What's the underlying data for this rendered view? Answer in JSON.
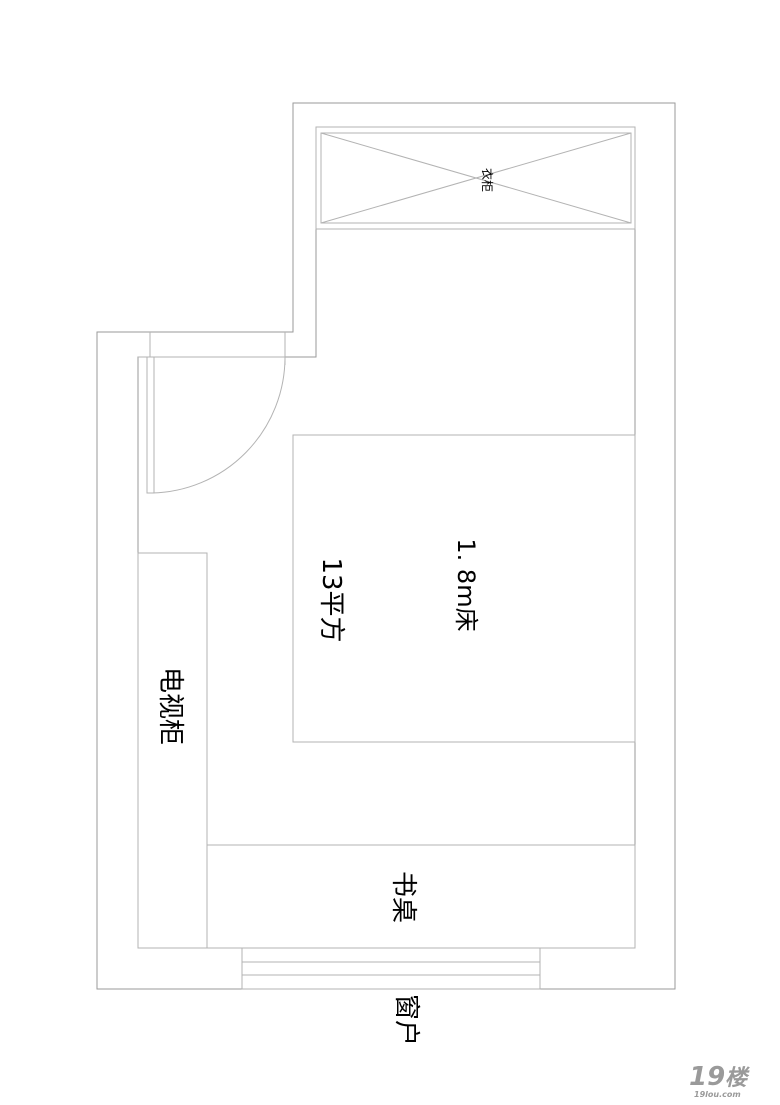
{
  "labels": {
    "wardrobe": "衣柜",
    "bed": "1. 8m床",
    "area": "13平方",
    "tv_cabinet": "电视柜",
    "desk": "书桌",
    "window": "窗户"
  },
  "watermark": {
    "num": "19",
    "char": "楼",
    "site": "19lou.com"
  }
}
